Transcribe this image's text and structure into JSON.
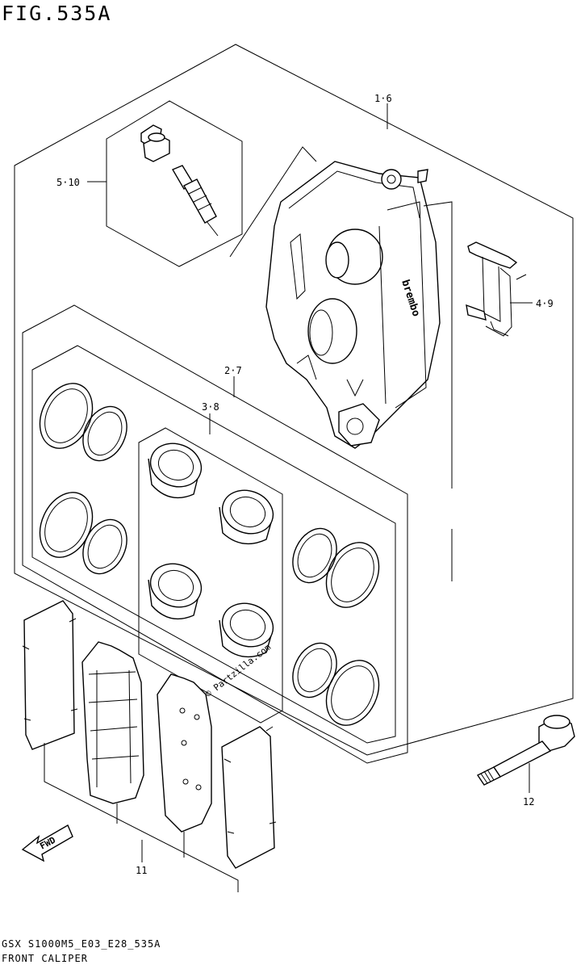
{
  "figure": {
    "title": "FIG.535A",
    "code": "GSX S1000M5_E03_E28_535A",
    "caption": "FRONT CALIPER",
    "watermark": "© Partzilla.com"
  },
  "callouts": [
    {
      "id": "caliper-assembly",
      "label": "1·6"
    },
    {
      "id": "bleeder-set",
      "label": "5·10"
    },
    {
      "id": "piston-seal-set",
      "label": "2·7"
    },
    {
      "id": "piston-set",
      "label": "3·8"
    },
    {
      "id": "pad-spring",
      "label": "4·9"
    },
    {
      "id": "pad-set",
      "label": "11"
    },
    {
      "id": "mounting-bolt",
      "label": "12"
    }
  ],
  "direction_badge": {
    "label": "FWD",
    "icon": "arrow-left-icon"
  },
  "caliper_brand": "brembo",
  "colors": {
    "line": "#000000",
    "background": "#ffffff"
  }
}
